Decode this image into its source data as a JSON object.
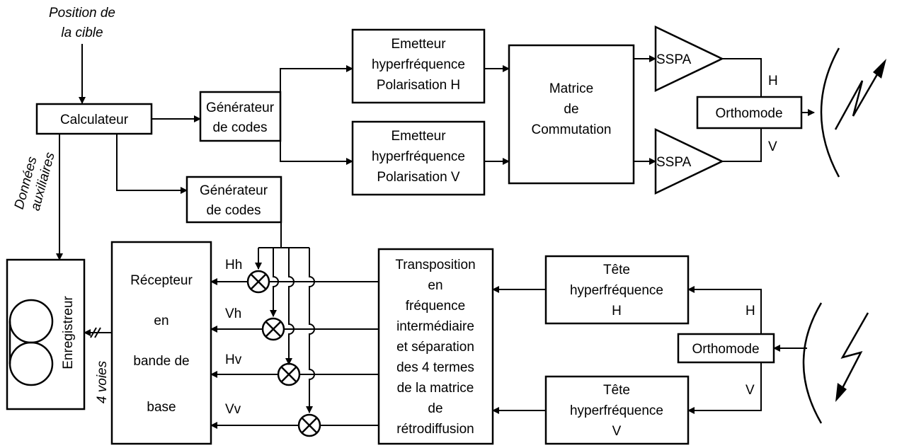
{
  "position_cible": [
    "Position de",
    "la cible"
  ],
  "calculateur": "Calculateur",
  "generateur_codes": [
    "Générateur",
    "de codes"
  ],
  "emetteur_h": [
    "Emetteur",
    "hyperfréquence",
    "Polarisation H"
  ],
  "emetteur_v": [
    "Emetteur",
    "hyperfréquence",
    "Polarisation V"
  ],
  "matrice": [
    "Matrice",
    "de",
    "Commutation"
  ],
  "sspa": "SSPA",
  "orthomode": "Orthomode",
  "pol_h": "H",
  "pol_v": "V",
  "donnees": [
    "Données",
    "auxiliaires"
  ],
  "enregistreur": "Enregistreur",
  "recepteur": [
    "Récepteur",
    "en",
    "bande de",
    "base"
  ],
  "voies": "4 voies",
  "channels": [
    "Hh",
    "Vh",
    "Hv",
    "Vv"
  ],
  "transposition": [
    "Transposition",
    "en",
    "fréquence",
    "intermédiaire",
    "et séparation",
    "des 4 termes",
    "de la matrice",
    "de",
    "rétrodiffusion"
  ],
  "tete_h": [
    "Tête",
    "hyperfréquence",
    "H"
  ],
  "tete_v": [
    "Tête",
    "hyperfréquence",
    "V"
  ]
}
